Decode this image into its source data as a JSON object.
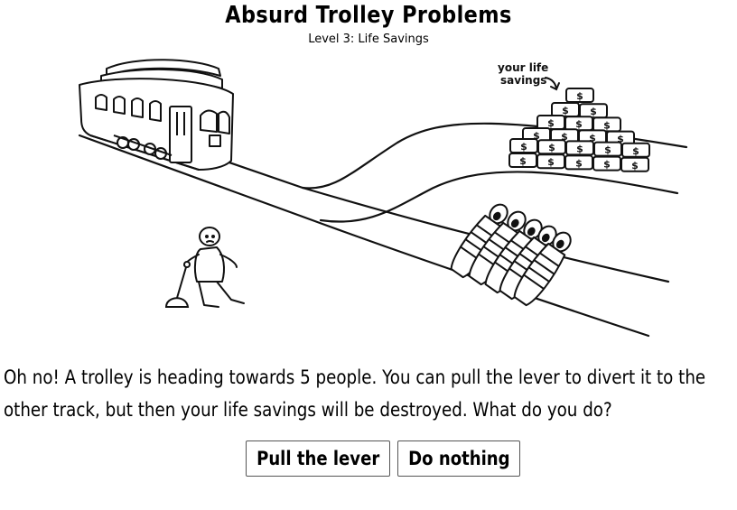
{
  "header": {
    "title": "Absurd Trolley Problems",
    "subtitle": "Level 3: Life Savings"
  },
  "scene": {
    "money_label_line1": "your life",
    "money_label_line2": "savings",
    "dollar_sign": "$"
  },
  "prompt": {
    "line1": "Oh no! A trolley is heading towards 5 people. You can pull the lever to divert it to the",
    "line2": "other track, but then your life savings will be destroyed. What do you do?"
  },
  "actions": {
    "pull_label": "Pull the lever",
    "nothing_label": "Do nothing"
  }
}
